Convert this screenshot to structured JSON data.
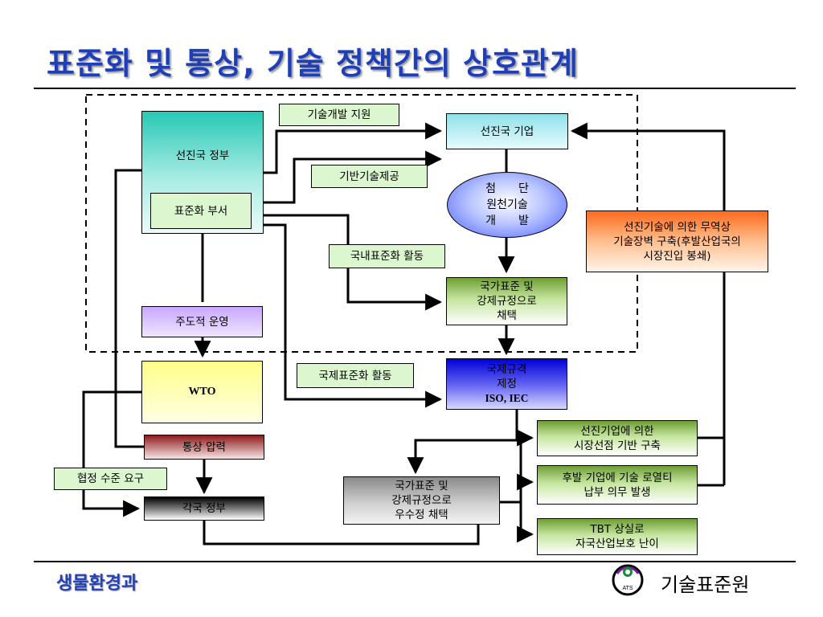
{
  "title": "표준화 및 통상, 기술 정책간의 상호관계",
  "boxes": {
    "adv_gov": "선진국 정부",
    "std_dept": "표준화 부서",
    "leading_op": "주도적 운영",
    "wto": "WTO",
    "trade_pressure": "통상 압력",
    "agreement_demand": "협정 수준 요구",
    "each_gov": "각국 정부",
    "tech_support": "기술개발 지원",
    "adv_company": "선진국 기업",
    "basic_tech": "기반기술제공",
    "cutting_edge": [
      "첨　　단",
      "원천기술",
      "개　　발"
    ],
    "domestic_std": "국내표준화 활동",
    "natl_std": [
      "국가표준 및",
      "강제규정으로",
      "채택"
    ],
    "intl_std_act": "국제표준화 활동",
    "intl_norm": [
      "국제규격",
      "제정",
      "ISO,  IEC"
    ],
    "natl_std_adopt": [
      "국가표준 및",
      "강제규정으로",
      "우수정 채택"
    ],
    "market_preempt": [
      "선진기업에 의한",
      "시장선점 기반 구축"
    ],
    "royalty": [
      "후발 기업에 기술 로열티",
      "납부 의무 발생"
    ],
    "tbt": [
      "TBT 상실로",
      "자국산업보호 난이"
    ],
    "trade_barrier": [
      "선진기술에 의한 무역상",
      "기술장벽  구축(후발산업국의",
      "시장진입 봉쇄)"
    ]
  },
  "footer": {
    "department": "생물환경과",
    "org_name": "기술표준원",
    "logo_text": "ATS"
  },
  "colors": {
    "title": "#1f3fb8",
    "footer_left": "#2442b8"
  }
}
